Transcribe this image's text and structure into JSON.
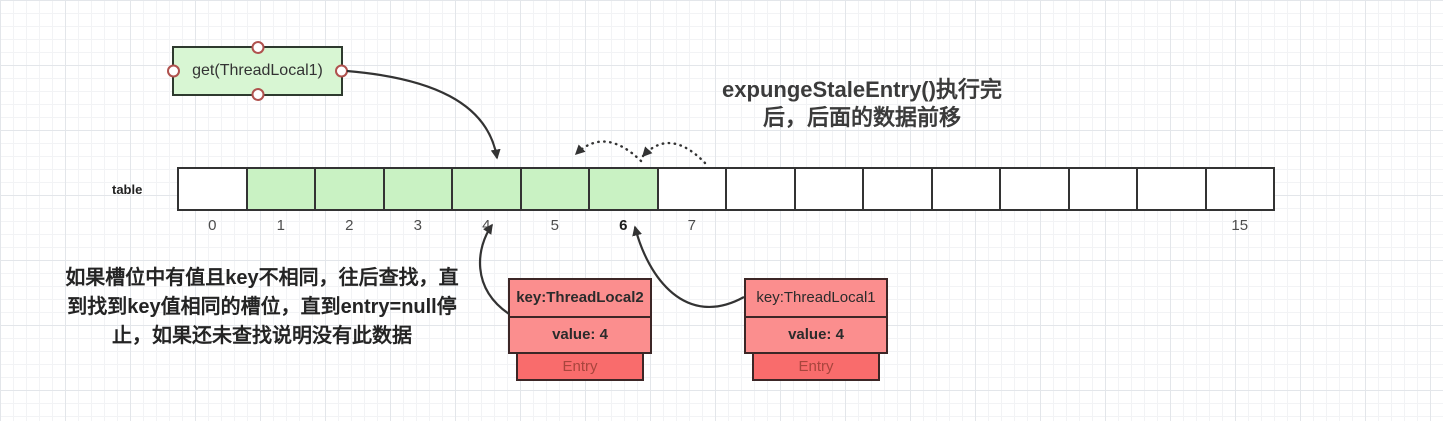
{
  "diagram": {
    "get_box": {
      "label": "get(ThreadLocal1)"
    },
    "title": {
      "lines": [
        "expungeStaleEntry()执行完",
        "后，后面的数据前移"
      ]
    },
    "note": {
      "lines": [
        "如果槽位中有值且key不相同，往后查找，直",
        "到找到key值相同的槽位，直到entry=null停",
        "止，如果还未查找说明没有此数据"
      ]
    },
    "table": {
      "label": "table",
      "cells": [
        {
          "index": "0",
          "green": false,
          "bold": false
        },
        {
          "index": "1",
          "green": true,
          "bold": false
        },
        {
          "index": "2",
          "green": true,
          "bold": false
        },
        {
          "index": "3",
          "green": true,
          "bold": false
        },
        {
          "index": "4",
          "green": true,
          "bold": false
        },
        {
          "index": "5",
          "green": true,
          "bold": false
        },
        {
          "index": "6",
          "green": true,
          "bold": true
        },
        {
          "index": "7",
          "green": false,
          "bold": false
        },
        {
          "index": "",
          "green": false,
          "bold": false
        },
        {
          "index": "",
          "green": false,
          "bold": false
        },
        {
          "index": "",
          "green": false,
          "bold": false
        },
        {
          "index": "",
          "green": false,
          "bold": false
        },
        {
          "index": "",
          "green": false,
          "bold": false
        },
        {
          "index": "",
          "green": false,
          "bold": false
        },
        {
          "index": "",
          "green": false,
          "bold": false
        },
        {
          "index": "15",
          "green": false,
          "bold": false
        }
      ]
    },
    "entries": [
      {
        "key": "key:ThreadLocal2",
        "value": "value: 4",
        "footer": "Entry",
        "key_bold": true
      },
      {
        "key": "key:ThreadLocal1",
        "value": "value: 4",
        "footer": "Entry",
        "key_bold": false
      }
    ],
    "colors": {
      "cell_green": "#c9f2c3",
      "box_green": "#d8f6d3",
      "entry_pink": "#fb8e8e",
      "entry_red": "#f96c6c",
      "stroke_dark": "#333333",
      "handle_ring": "#b0524e",
      "grid_fine": "#f2f3f5",
      "grid_coarse": "#e3e6ea"
    }
  }
}
